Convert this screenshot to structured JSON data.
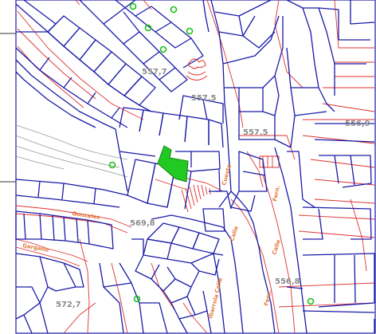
{
  "elevations": [
    "557,7",
    "557,5",
    "557,5",
    "556,9",
    "569,8",
    "572,7",
    "556,8"
  ],
  "streets": [
    "Cuesta",
    "Fern.",
    "Gonzalez",
    "Gargallo",
    "Calle",
    "Calle",
    "Calle",
    "Fern.",
    "Ibarrola"
  ],
  "colors": {
    "parcel_lines": "#1a1aa8",
    "lot_lines": "#e03030",
    "highlight": "#22c922",
    "tree_symbols": "#18c018",
    "elevation_text": "#8a8a8a",
    "street_text": "#e2783a"
  },
  "icons": [
    "tree-symbol",
    "monument-symbol",
    "frame-border",
    "leader-line"
  ],
  "highlighted_parcel_count": 1,
  "tree_count": 8
}
